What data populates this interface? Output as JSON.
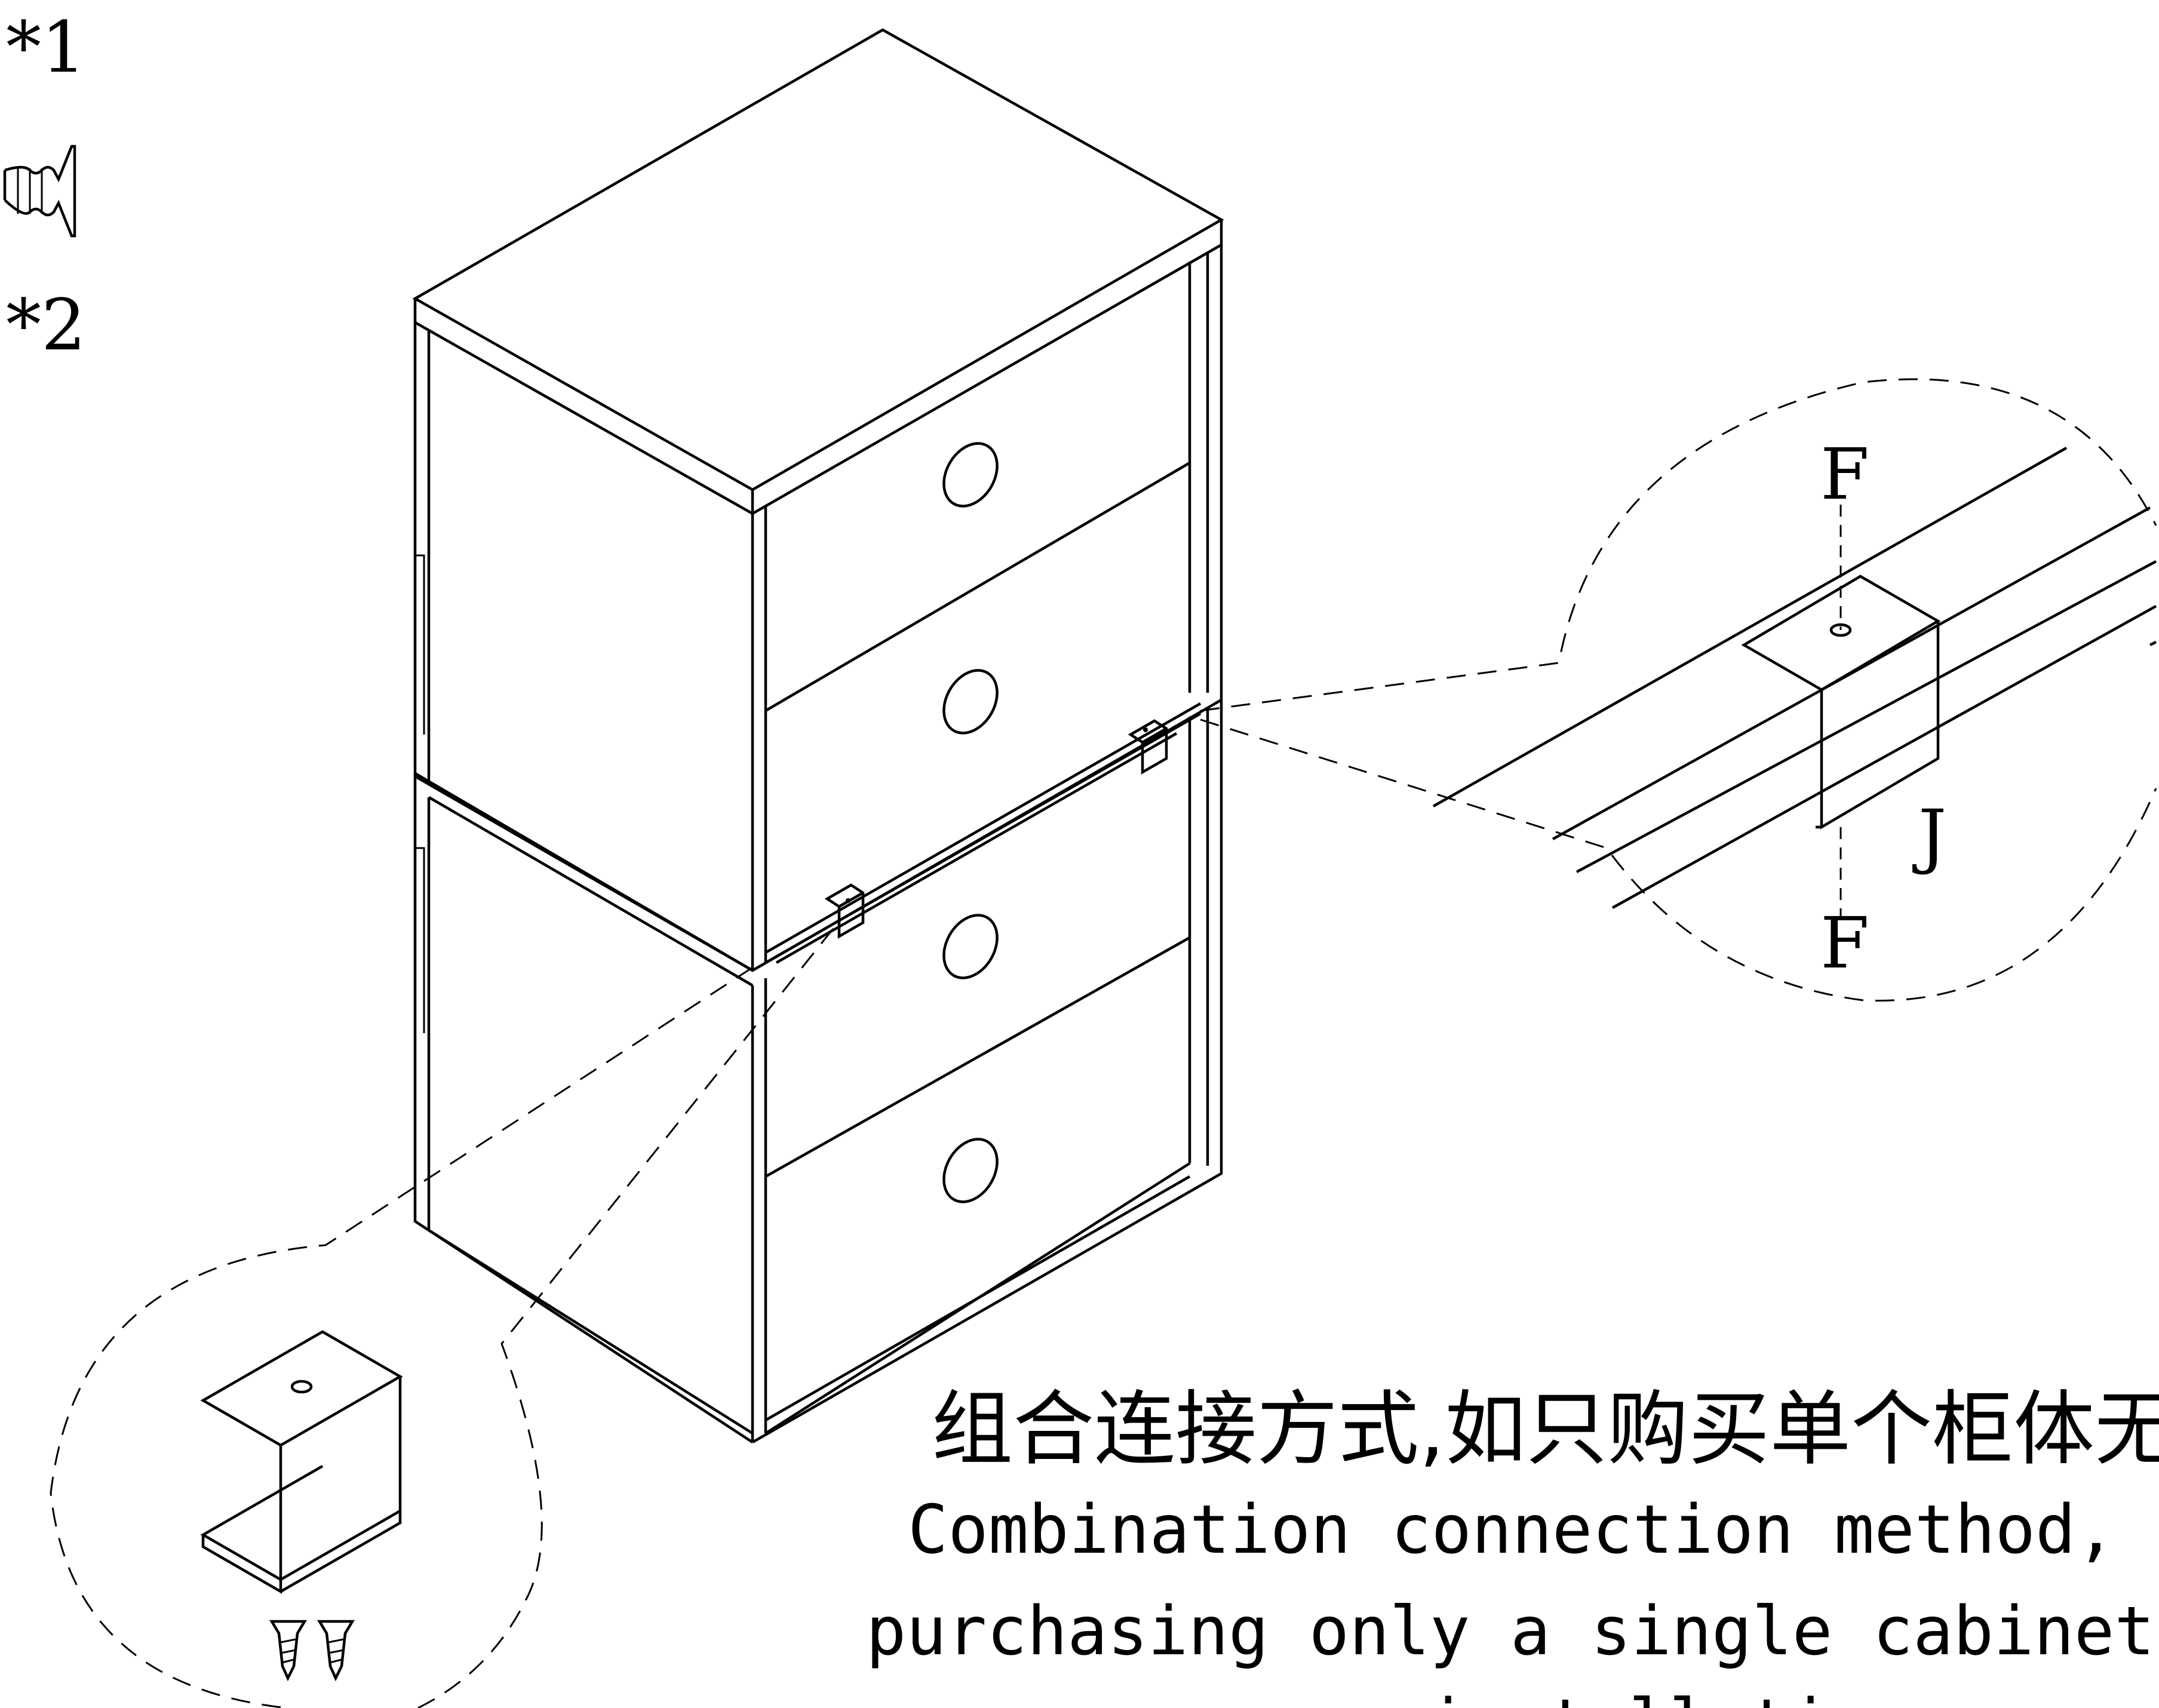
{
  "hardware": {
    "item1_qty": "*1",
    "item2_qty": "*2",
    "screw_icon": "screw-icon"
  },
  "detail": {
    "label_top": "F",
    "label_bottom": "F",
    "label_bracket": "J"
  },
  "caption": {
    "chinese": "组合连接方式,如只购买单个柜体无",
    "english_line1": "Combination connection method,",
    "english_line2": "purchasing only a single cabinet",
    "english_line3": "installation"
  }
}
